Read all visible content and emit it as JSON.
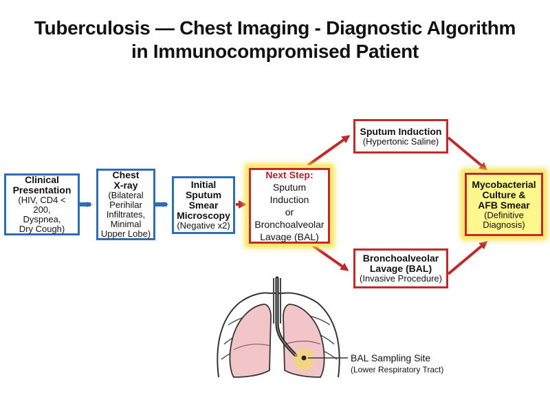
{
  "title": {
    "line1": "Tuberculosis — Chest Imaging - Diagnostic Algorithm",
    "line2": "in Immunocompromised Patient"
  },
  "nodes": {
    "clinical": {
      "head": "Clinical Presentation",
      "lines": [
        "(HIV, CD4 < 200,",
        "Dyspnea,",
        "Dry Cough)"
      ]
    },
    "xray": {
      "head1": "Chest",
      "head2": "X-ray",
      "lines": [
        "(Bilateral",
        "Perihilar",
        "Infiltrates,",
        "Minimal",
        "Upper Lobe)"
      ]
    },
    "smear": {
      "head1": "Initial",
      "head2": "Sputum",
      "head3": "Smear",
      "head4": "Microscopy",
      "sub": "(Negative x2)"
    },
    "next": {
      "head": "Next Step:",
      "lines": [
        "Sputum Induction",
        "or",
        "Bronchoalveolar",
        "Lavage (BAL)"
      ]
    },
    "induction": {
      "head": "Sputum Induction",
      "sub": "(Hypertonic Saline)"
    },
    "bal": {
      "head1": "Bronchoalveolar",
      "head2": "Lavage (BAL)",
      "sub": "(Invasive Procedure)"
    },
    "culture": {
      "head1": "Mycobacterial",
      "head2": "Culture &",
      "head3": "AFB Smear",
      "sub1": "(Definitive",
      "sub2": "Diagnosis)"
    }
  },
  "illustration": {
    "site_label": "BAL Sampling Site",
    "site_sub": "(Lower Respiratory Tract)"
  },
  "colors": {
    "blue": "#2e6db3",
    "red": "#c0282a",
    "highlight": "#f4e04d",
    "lung": "#f2c6c9"
  }
}
